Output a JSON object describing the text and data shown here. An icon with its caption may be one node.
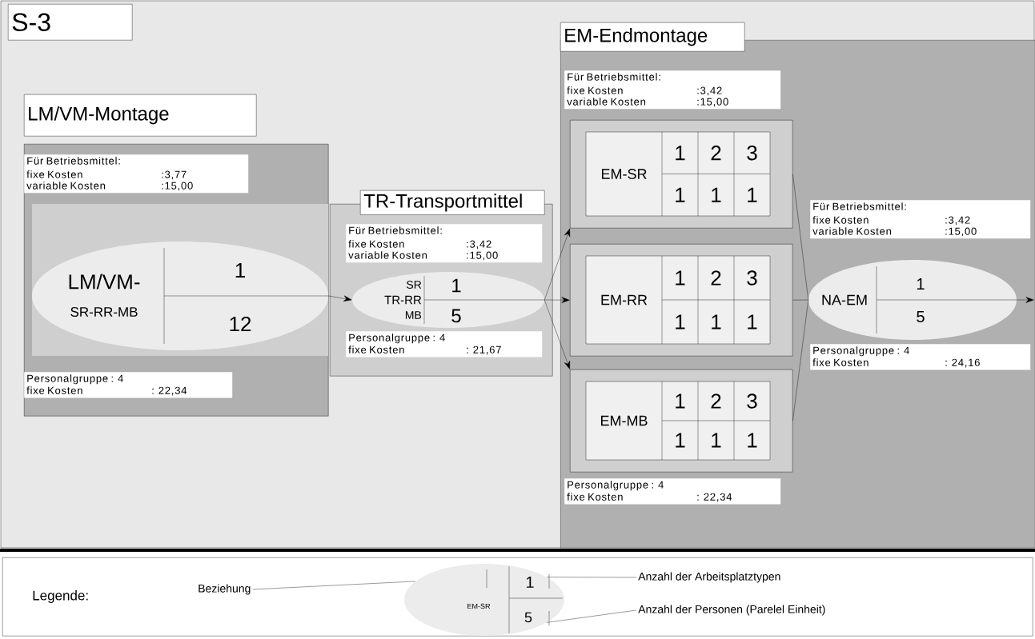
{
  "diagram": {
    "title": "S-3",
    "nodes": [
      {
        "text": [
          "LM/VM-Montage"
        ]
      },
      {
        "text": [
          "Für Betriebsmittel:",
          "fixe Kosten",
          ":3,77",
          "variable Kosten",
          ":15,00"
        ],
        "in": 0
      },
      {
        "text": [
          "LM/VM-",
          "SR-RR-MB",
          "1",
          "12"
        ],
        "in": 0
      },
      {
        "text": [
          "Personalgruppe : 4",
          "fixe Kosten",
          ": 22,34"
        ],
        "in": 0
      },
      {
        "text": [
          "TR-Transportmittel"
        ]
      },
      {
        "text": [
          "Für Betriebsmittel:",
          "fixe Kosten",
          ":3,42",
          "variable Kosten",
          ":15,00"
        ],
        "in": 4
      },
      {
        "text": [
          "SR",
          "TR-RR",
          "MB",
          "1",
          "5"
        ],
        "in": 4
      },
      {
        "text": [
          "Personalgruppe : 4",
          "fixe Kosten",
          ": 21,67"
        ],
        "in": 4
      },
      {
        "text": [
          "EM-Endmontage"
        ]
      },
      {
        "text": [
          "Für Betriebsmittel:",
          "fixe Kosten",
          ":3,42",
          "variable Kosten",
          ":15,00"
        ],
        "in": 8
      },
      {
        "text": [
          "EM-SR",
          "1",
          "2",
          "3",
          "1",
          "1",
          "1"
        ],
        "in": 8
      },
      {
        "text": [
          "EM-RR",
          "1",
          "2",
          "3",
          "1",
          "1",
          "1"
        ],
        "in": 8
      },
      {
        "text": [
          "EM-MB",
          "1",
          "2",
          "3",
          "1",
          "1",
          "1"
        ],
        "in": 8
      },
      {
        "text": [
          "Personalgruppe : 4",
          "fixe Kosten",
          ": 22,34"
        ],
        "in": 8
      },
      {
        "text": [
          "Für Betriebsmittel:",
          "fixe Kosten",
          ":3,42",
          "variable Kosten",
          ":15,00"
        ],
        "in": 8
      },
      {
        "text": [
          "NA-EM",
          "1",
          "5"
        ],
        "in": 8
      },
      {
        "text": [
          "Personalgruppe : 4",
          "fixe Kosten",
          ": 24,16"
        ],
        "in": 8
      },
      {
        "text": [
          "Legende:"
        ]
      },
      {
        "text": [
          "EM-SR",
          "1",
          "5"
        ],
        "in": 17
      },
      {
        "text": [
          "Beziehung"
        ],
        "in": 17
      },
      {
        "text": [
          "Anzahl der Arbeitsplatztypen"
        ],
        "in": 17
      },
      {
        "text": [
          "Anzahl der Personen (Parelel Einheit)"
        ],
        "in": 17
      }
    ],
    "edges": [
      {
        "from": 2,
        "to": 6,
        "arrow": "to"
      },
      {
        "from": 6,
        "to": 10,
        "arrow": "to"
      },
      {
        "from": 6,
        "to": 11,
        "arrow": "to"
      },
      {
        "from": 6,
        "to": 12,
        "arrow": "to"
      },
      {
        "from": 10,
        "to": 15,
        "arrow": "none"
      },
      {
        "from": 11,
        "to": 15,
        "arrow": "none"
      },
      {
        "from": 12,
        "to": 15,
        "arrow": "none"
      },
      {
        "from": 15,
        "to": null,
        "arrow": "to"
      },
      {
        "from": 19,
        "to": 18,
        "arrow": "none"
      },
      {
        "from": 20,
        "to": 18,
        "arrow": "none"
      },
      {
        "from": 21,
        "to": 18,
        "arrow": "none"
      }
    ]
  }
}
